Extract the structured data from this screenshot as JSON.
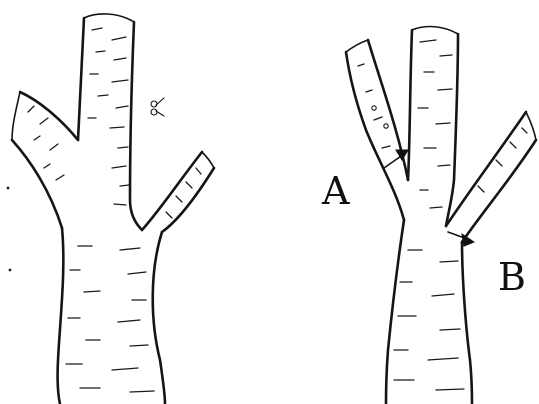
{
  "labels": {
    "a": "A",
    "b": "B"
  },
  "colors": {
    "ink": "#151515",
    "background": "#ffffff"
  },
  "icons": {
    "left_figure": "tree-fork-with-pruning-mark",
    "right_figure": "tree-fork-with-collar-arrows",
    "pruning_mark": "scissors-icon"
  }
}
